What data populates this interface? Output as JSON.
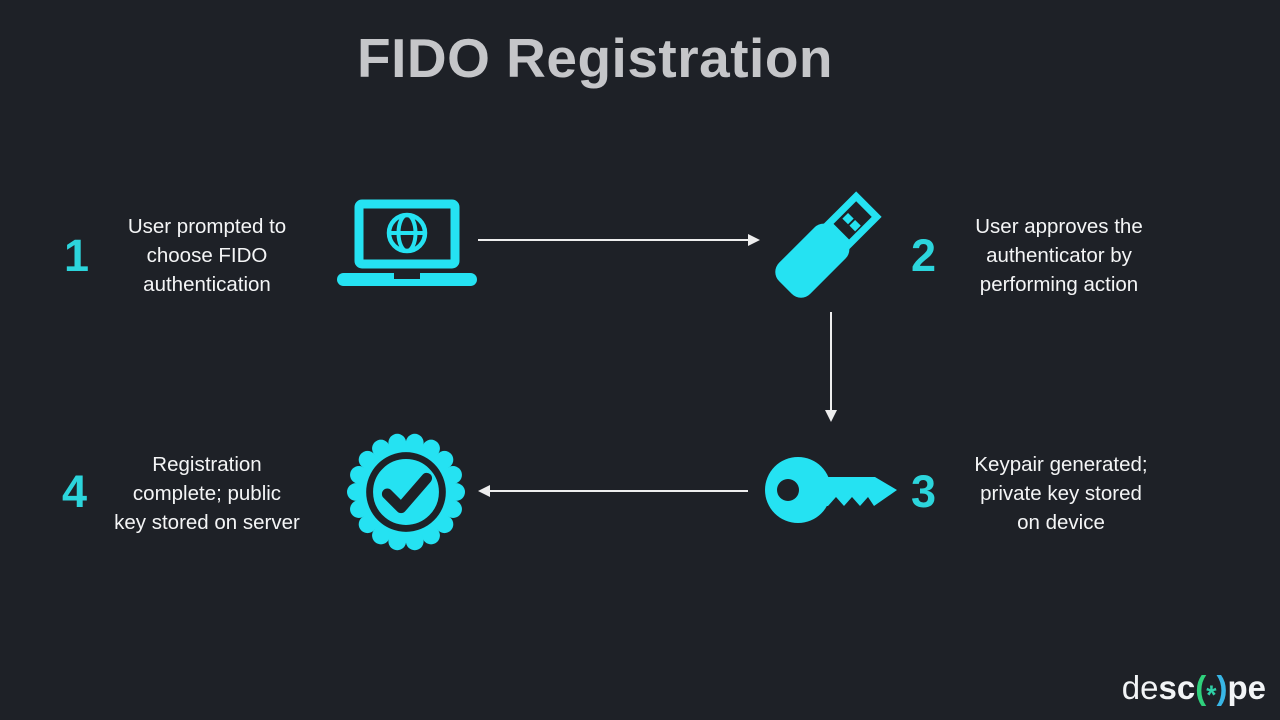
{
  "title": "FIDO Registration",
  "colors": {
    "background": "#1e2127",
    "accent": "#25e2f2",
    "number": "#2cd5dc",
    "title": "#c5c6c9",
    "text": "#f4f5f6",
    "arrow": "#eeeeee",
    "logo_white": "#f2f4f6",
    "logo_green": "#2fd17c",
    "logo_teal": "#2fcfa6",
    "logo_blue": "#38b6e6"
  },
  "steps": [
    {
      "number": "1",
      "lines": [
        "User prompted to",
        "choose FIDO",
        "authentication"
      ],
      "icon": "laptop-globe-icon"
    },
    {
      "number": "2",
      "lines": [
        "User approves the",
        "authenticator by",
        "performing action"
      ],
      "icon": "usb-authenticator-icon"
    },
    {
      "number": "3",
      "lines": [
        "Keypair generated;",
        "private key stored",
        "on device"
      ],
      "icon": "key-icon"
    },
    {
      "number": "4",
      "lines": [
        "Registration",
        "complete; public",
        "key stored on server"
      ],
      "icon": "check-badge-icon"
    }
  ],
  "logo": {
    "part1": "de",
    "part2": "sc",
    "glyph_open": "(",
    "glyph_star": "*",
    "glyph_close": ")",
    "part3": "pe"
  }
}
